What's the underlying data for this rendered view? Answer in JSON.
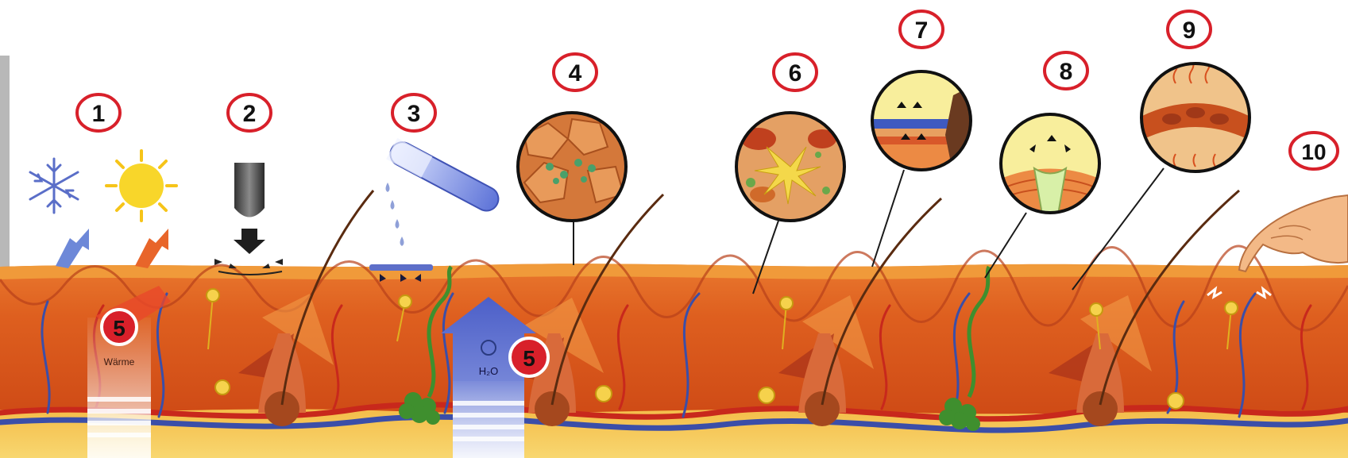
{
  "markers": {
    "m1": "1",
    "m2": "2",
    "m3": "3",
    "m4": "4",
    "m5a": "5",
    "m5b": "5",
    "m6": "6",
    "m7": "7",
    "m8": "8",
    "m9": "9",
    "m10": "10"
  },
  "labels": {
    "waerme": "Wärme",
    "h2o": "H₂O"
  },
  "colors": {
    "marker_ring": "#d8202a",
    "skin_surface": "#e87a2c",
    "dermis": "#d9561c",
    "subcutis": "#f6c752",
    "vein": "#3b4ea8",
    "artery": "#c8281c",
    "sweat_gland": "#3f8f2e"
  },
  "icons": {
    "cold": "snowflake-icon",
    "heat": "sun-icon",
    "pressure": "pressure-probe-icon",
    "chemical": "test-tube-icon",
    "touch": "pointing-hand-icon"
  }
}
